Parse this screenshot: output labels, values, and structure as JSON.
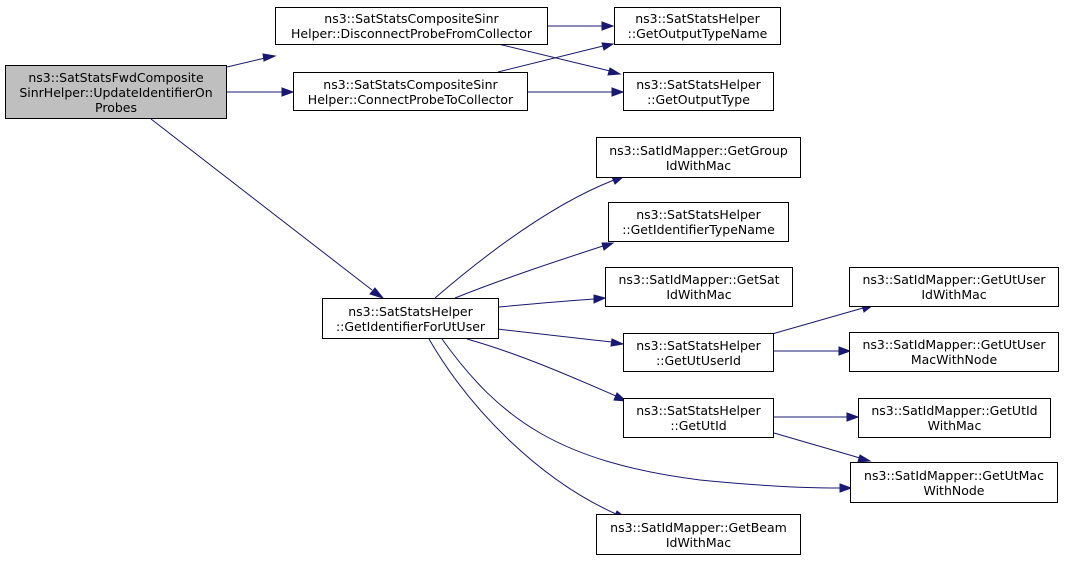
{
  "colors": {
    "edge": "#191970",
    "root_fill": "#bfbfbf",
    "node_fill": "#ffffff",
    "border": "#000000"
  },
  "nodes": {
    "update_identifier": {
      "line1": "ns3::SatStatsFwdComposite",
      "line2": "SinrHelper::UpdateIdentifierOn",
      "line3": "Probes"
    },
    "disconnect_probe": {
      "line1": "ns3::SatStatsCompositeSinr",
      "line2": "Helper::DisconnectProbeFromCollector"
    },
    "connect_probe": {
      "line1": "ns3::SatStatsCompositeSinr",
      "line2": "Helper::ConnectProbeToCollector"
    },
    "get_output_type_name": {
      "line1": "ns3::SatStatsHelper",
      "line2": "::GetOutputTypeName"
    },
    "get_output_type": {
      "line1": "ns3::SatStatsHelper",
      "line2": "::GetOutputType"
    },
    "get_identifier_for_ut_user": {
      "line1": "ns3::SatStatsHelper",
      "line2": "::GetIdentifierForUtUser"
    },
    "get_group_id_with_mac": {
      "line1": "ns3::SatIdMapper::GetGroup",
      "line2": "IdWithMac"
    },
    "get_identifier_type_name": {
      "line1": "ns3::SatStatsHelper",
      "line2": "::GetIdentifierTypeName"
    },
    "get_sat_id_with_mac": {
      "line1": "ns3::SatIdMapper::GetSat",
      "line2": "IdWithMac"
    },
    "get_ut_user_id": {
      "line1": "ns3::SatStatsHelper",
      "line2": "::GetUtUserId"
    },
    "get_ut_id": {
      "line1": "ns3::SatStatsHelper",
      "line2": "::GetUtId"
    },
    "get_beam_id_with_mac": {
      "line1": "ns3::SatIdMapper::GetBeam",
      "line2": "IdWithMac"
    },
    "get_ut_user_id_with_mac": {
      "line1": "ns3::SatIdMapper::GetUtUser",
      "line2": "IdWithMac"
    },
    "get_ut_user_mac_with_node": {
      "line1": "ns3::SatIdMapper::GetUtUser",
      "line2": "MacWithNode"
    },
    "get_ut_id_with_mac": {
      "line1": "ns3::SatIdMapper::GetUtId",
      "line2": "WithMac"
    },
    "get_ut_mac_with_node": {
      "line1": "ns3::SatIdMapper::GetUtMac",
      "line2": "WithNode"
    }
  }
}
